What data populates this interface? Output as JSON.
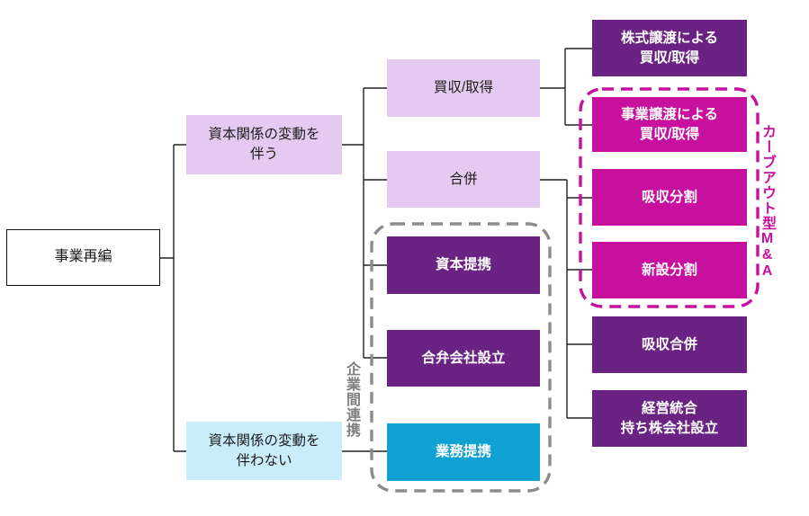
{
  "boxes": {
    "root": {
      "label": "事業再編"
    },
    "with_capital_change": {
      "label": "資本関係の変動を\n伴う"
    },
    "without_capital_change": {
      "label": "資本関係の変動を\n伴わない"
    },
    "acquisition": {
      "label": "買収/取得"
    },
    "merger": {
      "label": "合併"
    },
    "capital_alliance": {
      "label": "資本提携"
    },
    "joint_venture": {
      "label": "合弁会社設立"
    },
    "business_alliance": {
      "label": "業務提携"
    },
    "share_transfer_acquisition": {
      "label": "株式譲渡による\n買収/取得"
    },
    "business_transfer_acquisition": {
      "label": "事業譲渡による\n買収/取得"
    },
    "absorption_split": {
      "label": "吸収分割"
    },
    "incorporation_split": {
      "label": "新設分割"
    },
    "absorption_merger": {
      "label": "吸収合併"
    },
    "management_integration": {
      "label": "経営統合\n持ち株会社設立"
    }
  },
  "groups": {
    "carveout": {
      "label": "カーブアウト型M&A",
      "color": "#C8109E"
    },
    "inter_company": {
      "label": "企業間連携",
      "color": "#8C8C8C"
    }
  },
  "colors": {
    "light_purple": "#E4C9F0",
    "light_blue": "#C9EDFB",
    "dark_purple": "#6B2383",
    "magenta": "#C8109E",
    "cyan": "#10A0D2",
    "connector": "#222222"
  }
}
